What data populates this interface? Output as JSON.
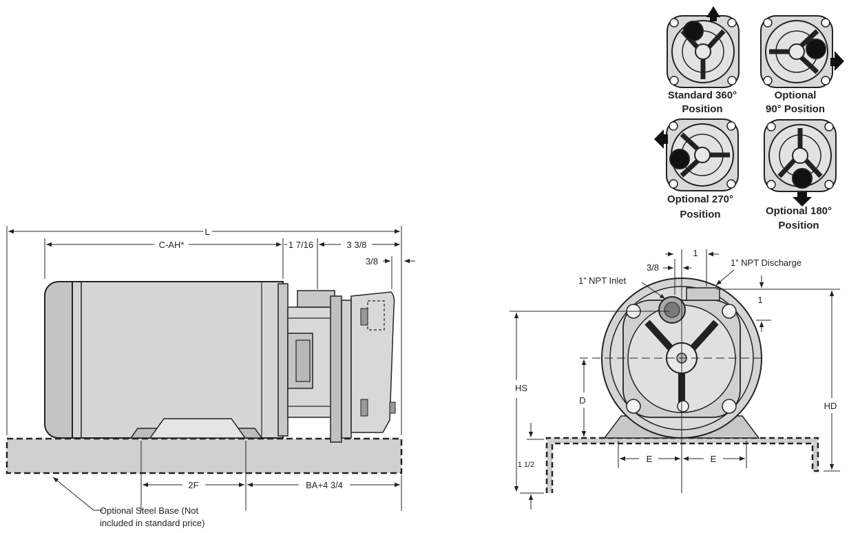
{
  "side_view": {
    "dim_L": "L",
    "dim_C_AH": "C-AH*",
    "dim_1_7_16": "1 7/16",
    "dim_3_3_8": "3 3/8",
    "dim_3_8": "3/8",
    "dim_2F": "2F",
    "dim_BA": "BA+4 3/4",
    "base_note_line1": "Optional Steel Base (Not",
    "base_note_line2": "included in standard price)"
  },
  "positions": {
    "p360_line1": "Standard 360°",
    "p360_line2": "Position",
    "p90_line1": "Optional",
    "p90_line2": "90° Position",
    "p270_line1": "Optional 270°",
    "p270_line2": "Position",
    "p180_line1": "Optional 180°",
    "p180_line2": "Position"
  },
  "front_view": {
    "dim_1_top": "1",
    "dim_3_8": "3/8",
    "discharge_label": "1” NPT Discharge",
    "inlet_label": "1” NPT Inlet",
    "dim_1_right": "1",
    "dim_HS": "HS",
    "dim_D": "D",
    "dim_HD": "HD",
    "dim_1_1_2": "1 1/2",
    "dim_E_left": "E",
    "dim_E_right": "E"
  },
  "colors": {
    "line": "#222222",
    "pump_fill": "#d4d4d4",
    "pump_fill_dark": "#b8b8b8",
    "base_fill": "#d0d0d0",
    "port_fill": "#111111"
  }
}
